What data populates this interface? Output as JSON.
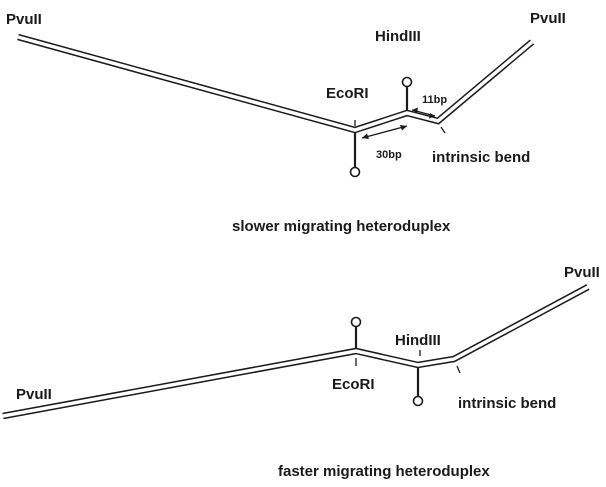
{
  "top": {
    "pvull_left": "PvuII",
    "pvull_right": "PvuII",
    "hindiii": "HindIII",
    "ecori": "EcoRI",
    "bp11": "11bp",
    "bp30": "30bp",
    "intrinsic_bend": "intrinsic bend",
    "caption": "slower migrating heteroduplex"
  },
  "bottom": {
    "pvull_left": "PvuII",
    "pvull_right": "PvuII",
    "hindiii": "HindIII",
    "ecori": "EcoRI",
    "intrinsic_bend": "intrinsic bend",
    "caption": "faster migrating heteroduplex"
  }
}
